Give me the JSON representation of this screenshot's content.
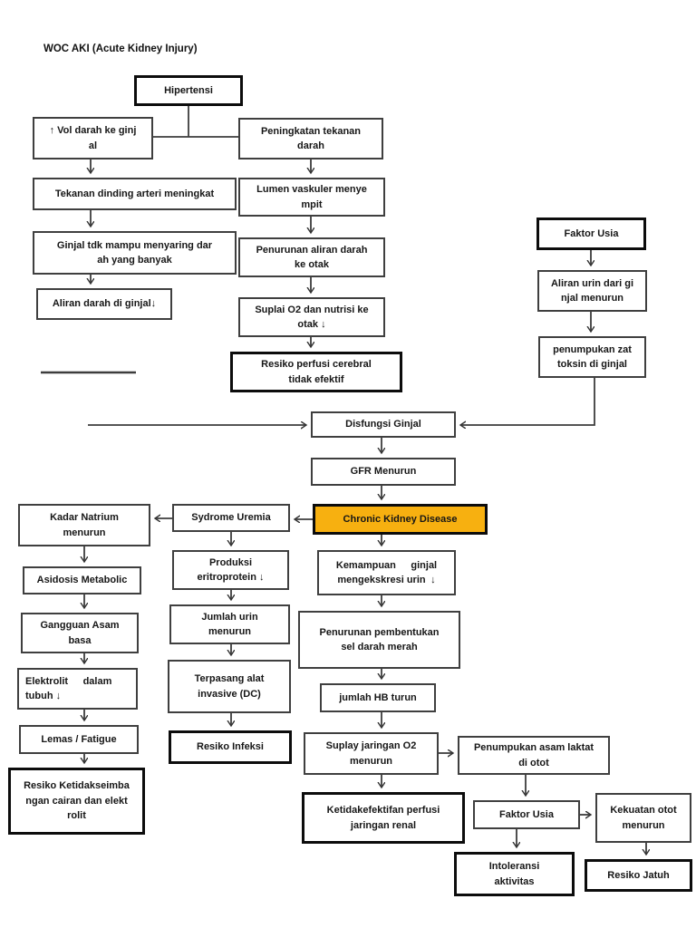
{
  "title": "WOC AKI (Acute Kidney Injury)",
  "colors": {
    "ckd_fill": "#F7B010",
    "line": "#3d3d3d",
    "box_border": "#3f3f3f",
    "thick_border": "#0c0c0c"
  },
  "nodes": {
    "hipertensi": "Hipertensi",
    "vol_darah": "↑ Vol darah ke ginj\nal",
    "peningkatan_tekanan": "Peningkatan tekanan\ndarah",
    "tekanan_dinding": "Tekanan dinding arteri meningkat",
    "ginjal_tdk": "Ginjal tdk mampu menyaring dar\nah yang banyak",
    "aliran_darah": "Aliran darah di ginjal↓",
    "lumen_vaskuler": "Lumen vaskuler menye\nmpit",
    "penurunan_aliran": "Penurunan aliran darah\nke otak",
    "suplai_o2": "Suplai O2 dan nutrisi ke\notak ↓",
    "resiko_perfusi": "Resiko perfusi cerebral\ntidak efektif",
    "faktor_usia_atas": "Faktor Usia",
    "aliran_urin": "Aliran urin dari gi\nnjal menurun",
    "penumpukan_zat": "penumpukan zat\ntoksin di ginjal",
    "disfungsi_ginjal": "Disfungsi Ginjal",
    "gfr_menurun": "GFR Menurun",
    "ckd": "Chronic Kidney Disease",
    "kadar_natrium": "Kadar Natrium\nmenurun",
    "sydrome_uremia": "Sydrome Uremia",
    "asidosis": "Asidosis Metabolic",
    "gangguan_asam": "Gangguan Asam\nbasa",
    "elektrolit": "Elektrolit  dalam\ntubuh ↓",
    "lemas": "Lemas / Fatigue",
    "resiko_ketidakseimbangan": "Resiko Ketidakseimba\nngan cairan dan elekt\nrolit",
    "produksi_eritroprotein": "Produksi\neritroprotein ↓",
    "jumlah_urin": "Jumlah urin\nmenurun",
    "terpasang_alat": "Terpasang alat\ninvasive (DC)",
    "resiko_infeksi": "Resiko Infeksi",
    "kemampuan_ginjal": "Kemampuan  ginjal\nmengekskresi urin ↓",
    "penurunan_pembentukan": "Penurunan pembentukan\nsel darah merah",
    "jumlah_hb": "jumlah HB turun",
    "suplay_jaringan": "Suplay jaringan O2\nmenurun",
    "ketidakefektifan": "Ketidakefektifan perfusi\njaringan renal",
    "penumpukan_asam": "Penumpukan asam laktat\ndi otot",
    "faktor_usia_bawah": "Faktor Usia",
    "kekuatan_otot": "Kekuatan otot\nmenurun",
    "intoleransi": "Intoleransi\naktivitas",
    "resiko_jatuh": "Resiko Jatuh"
  }
}
